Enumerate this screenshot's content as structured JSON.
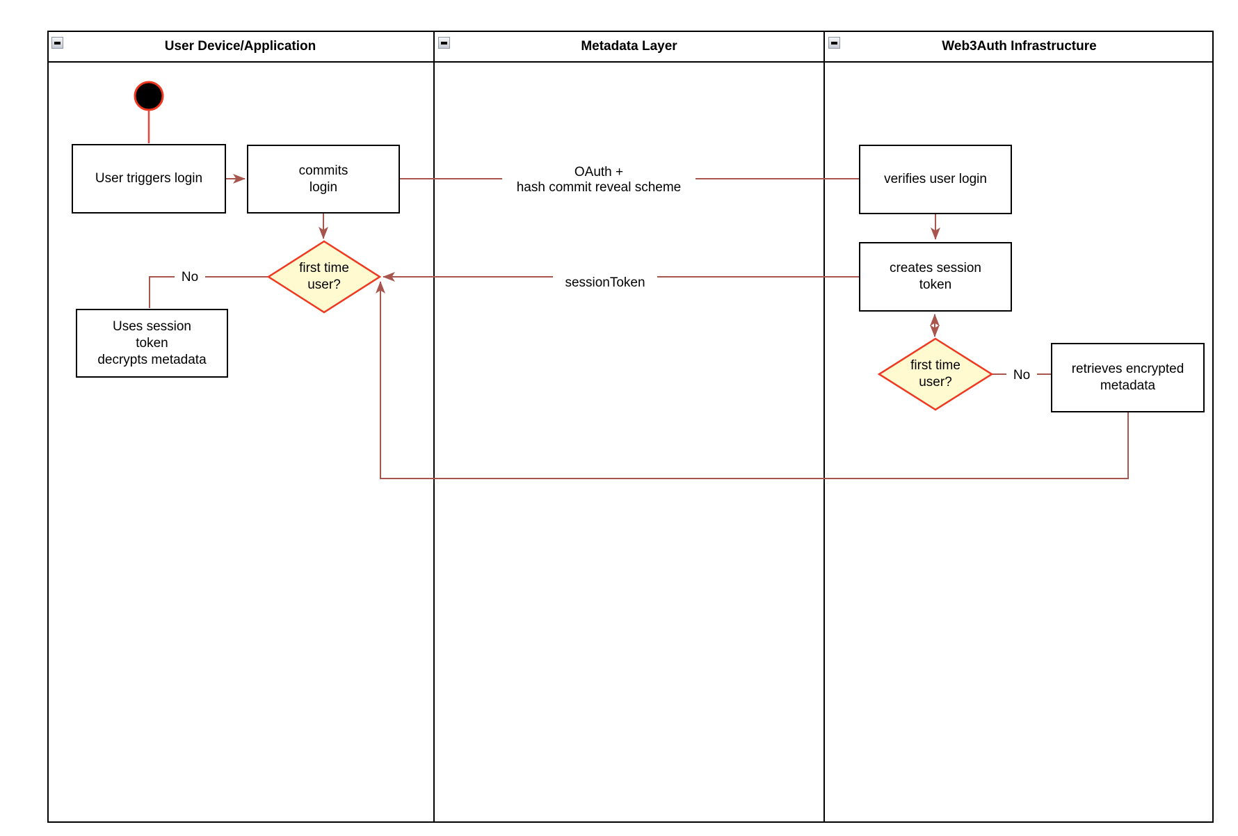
{
  "colors": {
    "connector": "#A8554E",
    "shape-red": "#F0371F",
    "stem-red": "#E8463C",
    "start-fill": "#000000",
    "diamond-fill": "#FFFACF"
  },
  "lanes": [
    {
      "title": "User Device/Application"
    },
    {
      "title": "Metadata Layer"
    },
    {
      "title": "Web3Auth Infrastructure"
    }
  ],
  "nodes": {
    "user_triggers_login": "User triggers login",
    "commits_login": "commits\nlogin",
    "first_time_user_left": "first time\nuser?",
    "uses_session_token": "Uses session\ntoken\ndecrypts metadata",
    "verifies_user_login": "verifies user login",
    "creates_session_token": "creates session\ntoken",
    "first_time_user_right": "first time\nuser?",
    "retrieves_encrypted_metadata": "retrieves encrypted\nmetadata"
  },
  "edge_labels": {
    "oauth": "OAuth +\nhash commit reveal scheme",
    "session_token": "sessionToken",
    "no_left": "No",
    "no_right": "No"
  }
}
